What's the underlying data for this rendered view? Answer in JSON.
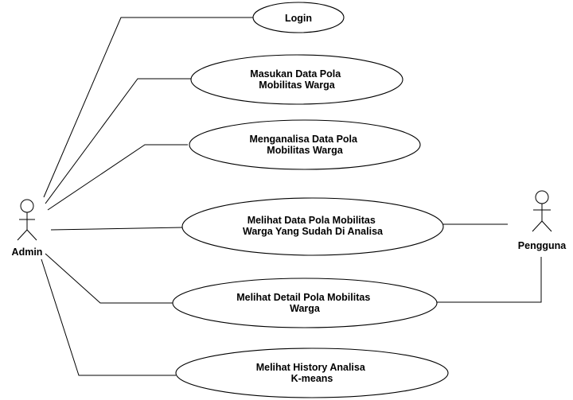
{
  "actors": {
    "admin": {
      "label": "Admin"
    },
    "user": {
      "label": "Pengguna"
    }
  },
  "use_cases": [
    {
      "id": "login",
      "lines": [
        "Login"
      ]
    },
    {
      "id": "input-data",
      "lines": [
        "Masukan Data Pola",
        "Mobilitas Warga"
      ]
    },
    {
      "id": "analyze-data",
      "lines": [
        "Menganalisa Data Pola",
        "Mobilitas Warga"
      ]
    },
    {
      "id": "view-analyzed",
      "lines": [
        "Melihat Data Pola Mobilitas",
        "Warga Yang Sudah Di Analisa"
      ]
    },
    {
      "id": "view-detail",
      "lines": [
        "Melihat Detail Pola Mobilitas",
        "Warga"
      ]
    },
    {
      "id": "view-history",
      "lines": [
        "Melihat History Analisa",
        "K-means"
      ]
    }
  ],
  "associations": [
    {
      "actor": "admin",
      "use_case": "login"
    },
    {
      "actor": "admin",
      "use_case": "input-data"
    },
    {
      "actor": "admin",
      "use_case": "analyze-data"
    },
    {
      "actor": "admin",
      "use_case": "view-analyzed"
    },
    {
      "actor": "admin",
      "use_case": "view-detail"
    },
    {
      "actor": "admin",
      "use_case": "view-history"
    },
    {
      "actor": "user",
      "use_case": "view-analyzed"
    },
    {
      "actor": "user",
      "use_case": "view-detail"
    }
  ]
}
